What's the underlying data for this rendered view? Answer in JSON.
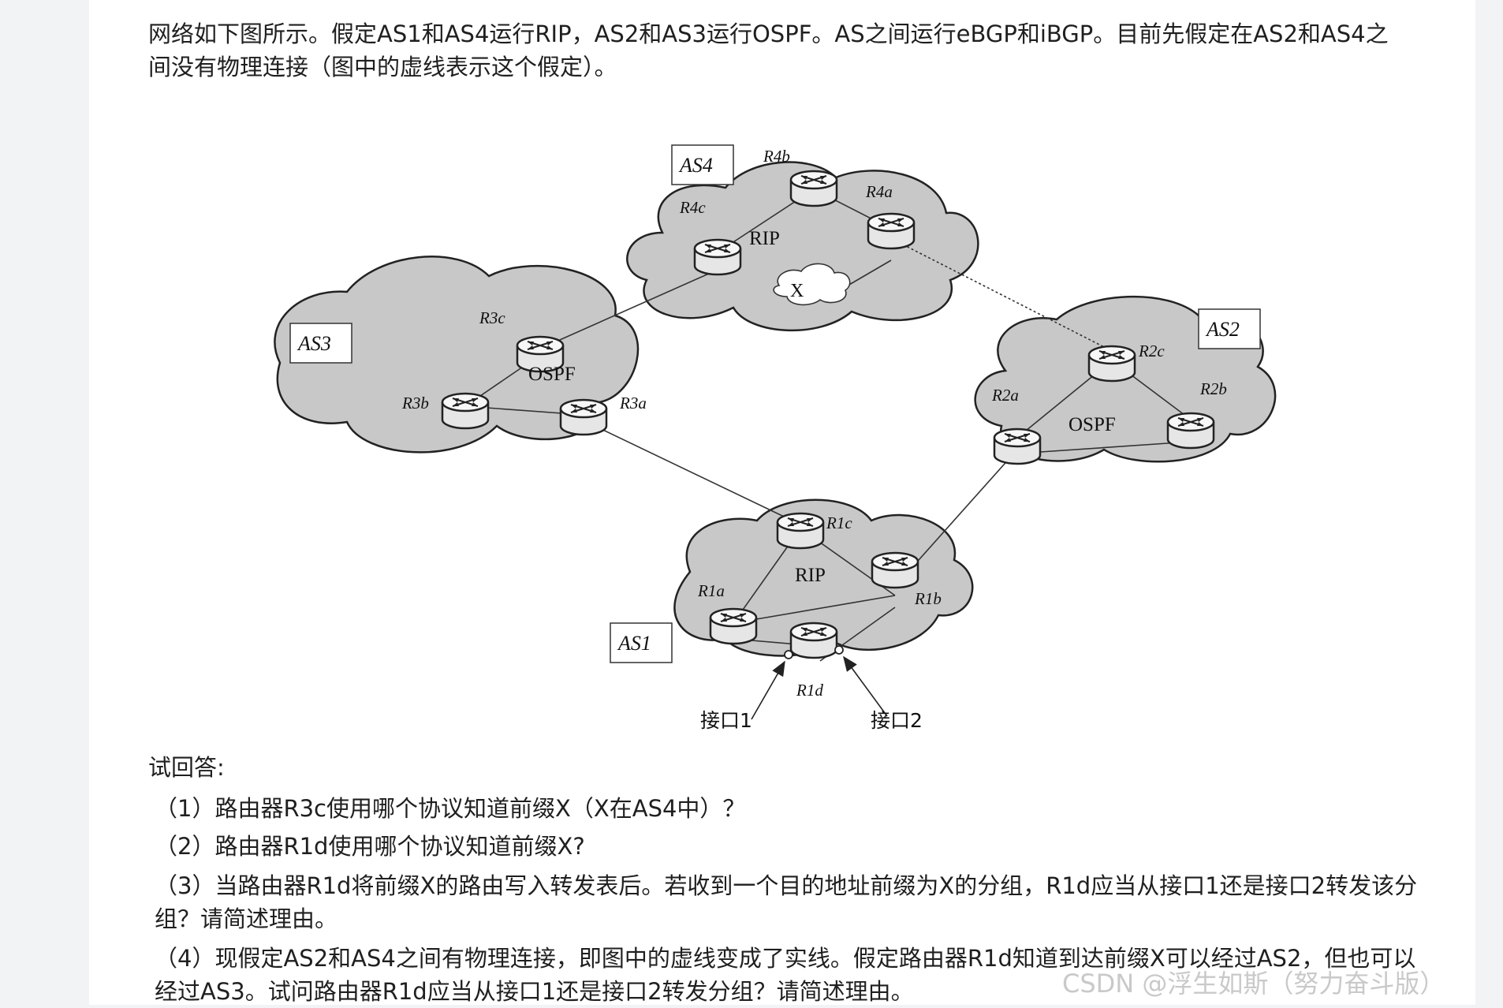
{
  "intro": "网络如下图所示。假定AS1和AS4运行RIP，AS2和AS3运行OSPF。AS之间运行eBGP和iBGP。目前先假定在AS2和AS4之间没有物理连接（图中的虚线表示这个假定）。",
  "ask": "试回答:",
  "questions": [
    "（1）路由器R3c使用哪个协议知道前缀X（X在AS4中）？",
    "（2）路由器R1d使用哪个协议知道前缀X?",
    "（3）当路由器R1d将前缀X的路由写入转发表后。若收到一个目的地址前缀为X的分组，R1d应当从接口1还是接口2转发该分组？请简述理由。",
    "（4）现假定AS2和AS4之间有物理连接，即图中的虚线变成了实线。假定路由器R1d知道到达前缀X可以经过AS2，但也可以经过AS3。试问路由器R1d应当从接口1还是接口2转发分组？请简述理由。"
  ],
  "diagram": {
    "as_boxes": {
      "as4": "AS4",
      "as3": "AS3",
      "as2": "AS2",
      "as1": "AS1"
    },
    "protocols": {
      "as4": "RIP",
      "as3": "OSPF",
      "as2": "OSPF",
      "as1": "RIP"
    },
    "prefix": "X",
    "routers": {
      "r4a": "R4a",
      "r4b": "R4b",
      "r4c": "R4c",
      "r3a": "R3a",
      "r3b": "R3b",
      "r3c": "R3c",
      "r2a": "R2a",
      "r2b": "R2b",
      "r2c": "R2c",
      "r1a": "R1a",
      "r1b": "R1b",
      "r1c": "R1c",
      "r1d": "R1d"
    },
    "interfaces": {
      "if1": "接口1",
      "if2": "接口2"
    }
  },
  "watermark": "CSDN @浮生如斯（努力奋斗版）",
  "colors": {
    "cloud": "#c8c8c8",
    "line": "#333333",
    "text": "#1f1f1f"
  }
}
